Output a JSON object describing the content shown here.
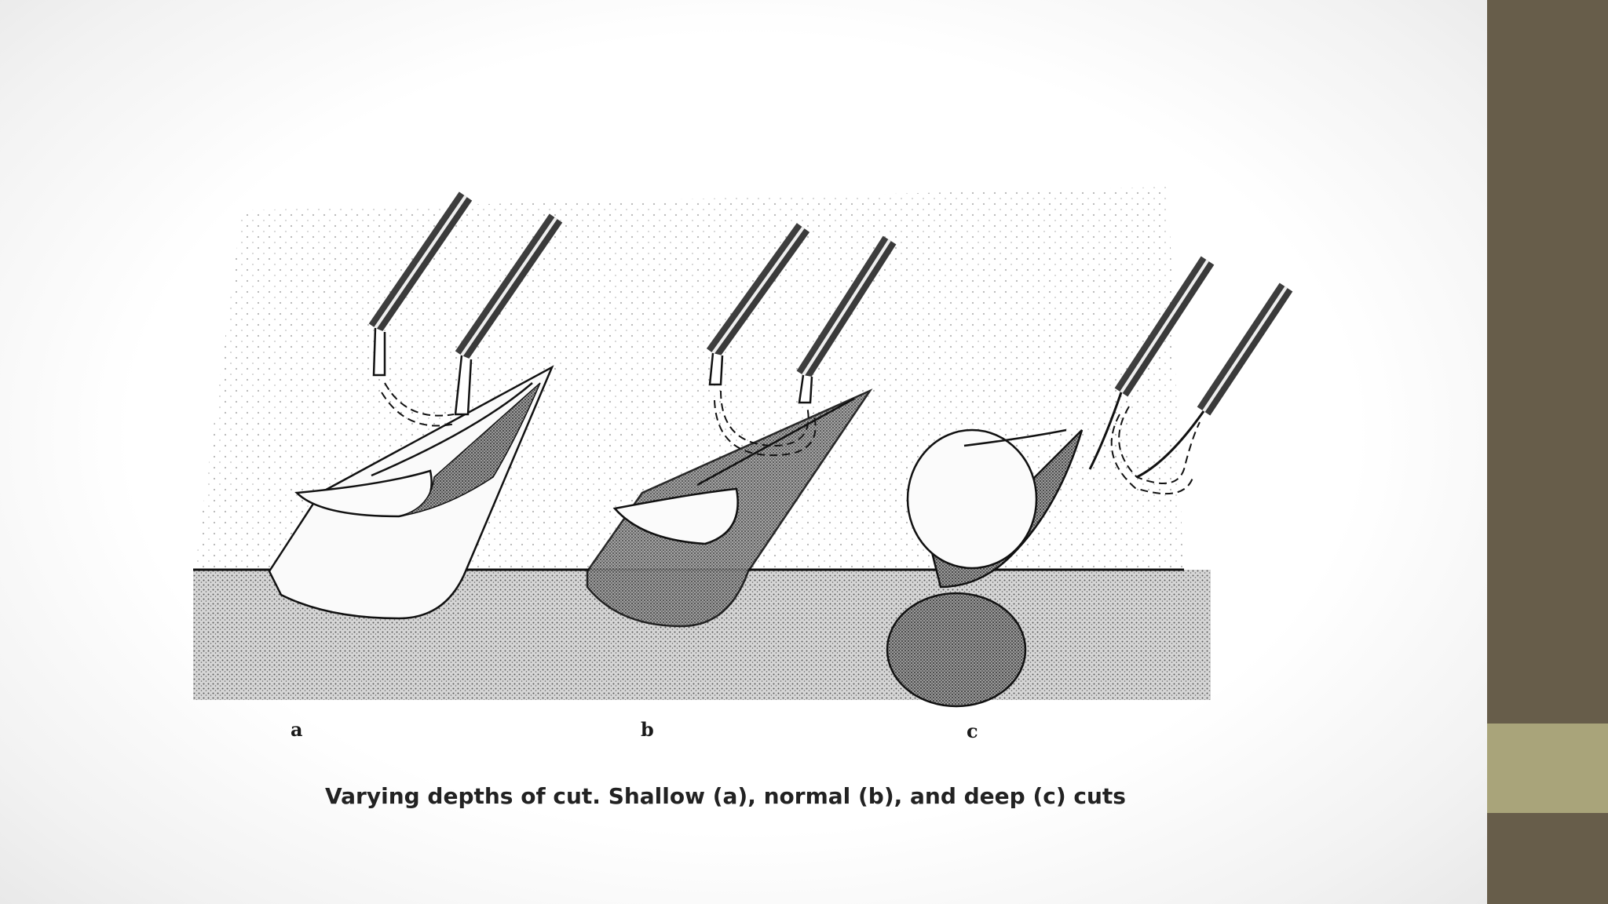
{
  "caption": "Varying depths of cut. Shallow (a), normal (b), and deep (c) cuts",
  "panels": [
    {
      "label": "a"
    },
    {
      "label": "b"
    },
    {
      "label": "c"
    }
  ],
  "colors": {
    "sidebar_dark": "#675d4a",
    "sidebar_light": "#a9a47a",
    "caption_text": "#222222"
  }
}
